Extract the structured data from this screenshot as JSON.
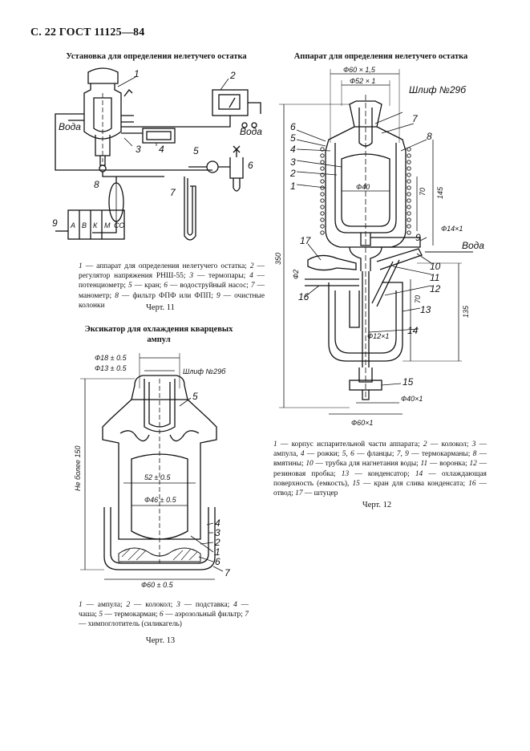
{
  "header": "С. 22 ГОСТ 11125—84",
  "fig11": {
    "title": "Установка для определения нелетучего остатка",
    "water_label_left": "Вода",
    "water_label_right": "Вода",
    "part_numbers": [
      "1",
      "2",
      "3",
      "4",
      "5",
      "6",
      "7",
      "8",
      "9"
    ],
    "column_letters": [
      "А",
      "В",
      "К",
      "М",
      "СО"
    ],
    "caption_items": [
      {
        "num": "1",
        "text": " — аппарат для определения нелетучего остатка; "
      },
      {
        "num": "2",
        "text": " — регулятор напряжения РНШ-55; "
      },
      {
        "num": "3",
        "text": " — термопары; "
      },
      {
        "num": "4",
        "text": " — потенциометр; "
      },
      {
        "num": "5",
        "text": " — кран; "
      },
      {
        "num": "6",
        "text": " — водоструйный насос; "
      },
      {
        "num": "7",
        "text": " — манометр; "
      },
      {
        "num": "8",
        "text": " — фильтр ФПФ или ФПП; "
      },
      {
        "num": "9",
        "text": " — очистные колонки"
      }
    ],
    "chert": "Черт. 11"
  },
  "fig12": {
    "title": "Аппарат для определения нелетучего остатка",
    "dims": {
      "d60": "Ф60 × 1,5",
      "d52": "Ф52 × 1",
      "shlif": "Шлиф №29б",
      "d40": "Ф40",
      "d14": "Ф14×1",
      "d2": "Ф2",
      "d12": "Ф12×1",
      "d60b": "Ф60×1",
      "d40b": "Ф40×1",
      "h350": "350",
      "h145": "145",
      "h70a": "70",
      "h70b": "70",
      "h135": "135"
    },
    "water_label": "Вода",
    "part_numbers": [
      "1",
      "2",
      "3",
      "4",
      "5",
      "6",
      "7",
      "8",
      "9",
      "10",
      "11",
      "12",
      "13",
      "14",
      "15",
      "16",
      "17"
    ],
    "caption_items": [
      {
        "num": "1",
        "text": " — корпус испарительной части аппарата; "
      },
      {
        "num": "2",
        "text": " — колокол; "
      },
      {
        "num": "3",
        "text": " — ампула, "
      },
      {
        "num": "4",
        "text": " — рожки; "
      },
      {
        "num": "5, 6",
        "text": " — фланцы; "
      },
      {
        "num": "7, 9",
        "text": " — термокарманы; "
      },
      {
        "num": "8",
        "text": " — вмятины; "
      },
      {
        "num": "10",
        "text": " — трубка для нагнетания воды; "
      },
      {
        "num": "11",
        "text": " — воронка; "
      },
      {
        "num": "12",
        "text": " — резиновая пробка; "
      },
      {
        "num": "13",
        "text": " — конденсатор; "
      },
      {
        "num": "14",
        "text": " — охлаждающая поверхность (емкость), "
      },
      {
        "num": "15",
        "text": " — кран для слива конденсата; "
      },
      {
        "num": "16",
        "text": " — отвод; "
      },
      {
        "num": "17",
        "text": " — штуцер"
      }
    ],
    "chert": "Черт. 12"
  },
  "fig13": {
    "title": "Эксикатор для охлаждения кварцевых ампул",
    "dims": {
      "d18": "Ф18 ± 0.5",
      "d13": "Ф13 ± 0.5",
      "shlif": "Шлиф №29б",
      "d52": "52 ± 0.5",
      "d46": "Ф46 ± 0.5",
      "d60": "Ф60 ± 0.5",
      "height": "Не более 150"
    },
    "part_numbers": [
      "1",
      "2",
      "3",
      "4",
      "5",
      "6",
      "7"
    ],
    "caption_items": [
      {
        "num": "1",
        "text": " — ампула; "
      },
      {
        "num": "2",
        "text": " — колокол; "
      },
      {
        "num": "3",
        "text": " — подставка; "
      },
      {
        "num": "4",
        "text": " — чаша; "
      },
      {
        "num": "5",
        "text": " — термокарман; "
      },
      {
        "num": "6",
        "text": " — аэрозольный фильтр; "
      },
      {
        "num": "7",
        "text": " — химпоглотитель (силикагель)"
      }
    ],
    "chert": "Черт. 13"
  }
}
